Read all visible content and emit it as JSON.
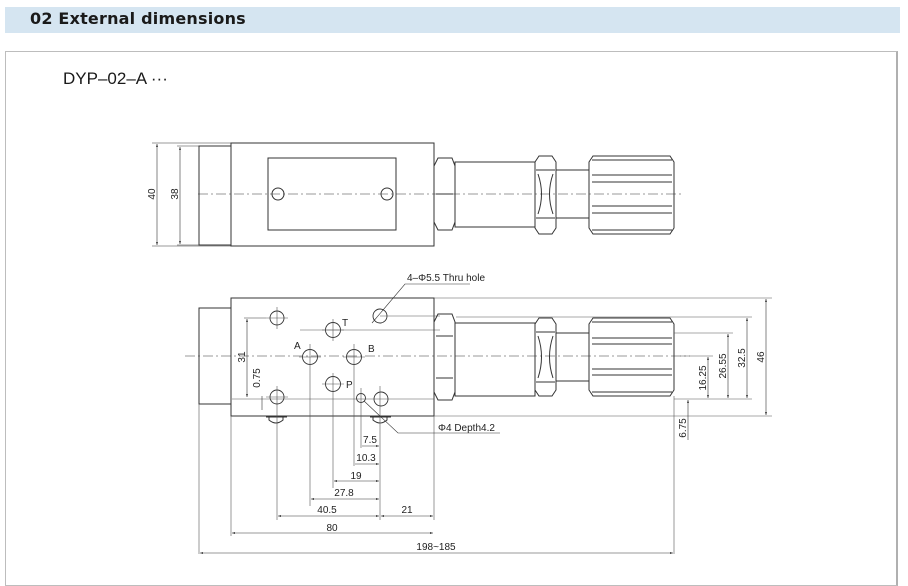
{
  "header": {
    "title": "02 External dimensions",
    "background": "#d5e5f1"
  },
  "model": {
    "label": "DYP–02–A ···"
  },
  "top_view": {
    "dimensions": {
      "overall_height": "40",
      "body_height": "38"
    }
  },
  "front_view": {
    "callouts": {
      "thru_hole": "4–Φ5.5  Thru hole",
      "pin_hole": "Φ4 Depth4.2"
    },
    "port_labels": {
      "a": "A",
      "b": "B",
      "t": "T",
      "p": "P"
    },
    "vertical_dimensions": {
      "left_span": "31",
      "left_offset": "0.75",
      "d16": "16.25",
      "d26": "26.55",
      "d32": "32.5",
      "d46": "46",
      "d6": "6.75"
    },
    "horizontal_dimensions": {
      "d7": "7.5",
      "d10": "10.3",
      "d19": "19",
      "d27": "27.8",
      "d40": "40.5",
      "d21": "21",
      "d80": "80",
      "overall": "198~185"
    }
  }
}
